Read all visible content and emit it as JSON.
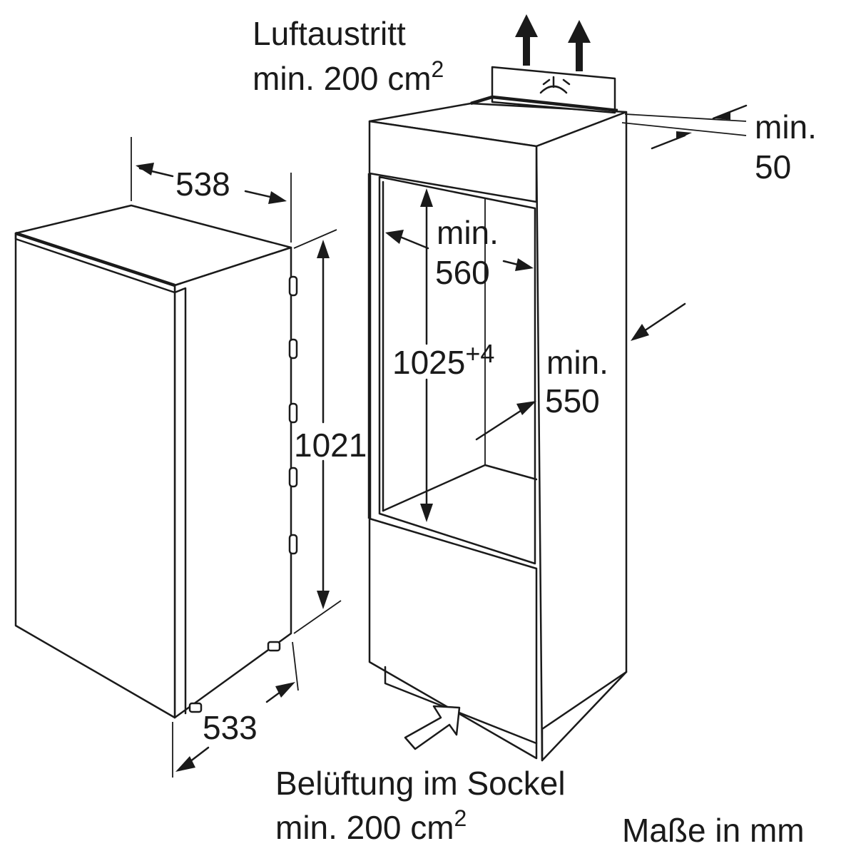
{
  "labels": {
    "air_outlet_line1": "Luftaustritt",
    "air_outlet_line2_prefix": "min. 200 cm",
    "air_outlet_line2_sup": "2",
    "gap_top_line1": "min.",
    "gap_top_line2": "50",
    "width_appliance": "538",
    "height_appliance": "1021",
    "depth_appliance": "533",
    "niche_width_line1": "min.",
    "niche_width_line2": "560",
    "niche_height_value": "1025",
    "niche_height_tolerance": "+4",
    "niche_depth_line1": "min.",
    "niche_depth_line2": "550",
    "ventilation_line1": "Belüftung im Sockel",
    "ventilation_line2_prefix": "min. 200 cm",
    "ventilation_line2_sup": "2",
    "units_note": "Maße in mm"
  }
}
